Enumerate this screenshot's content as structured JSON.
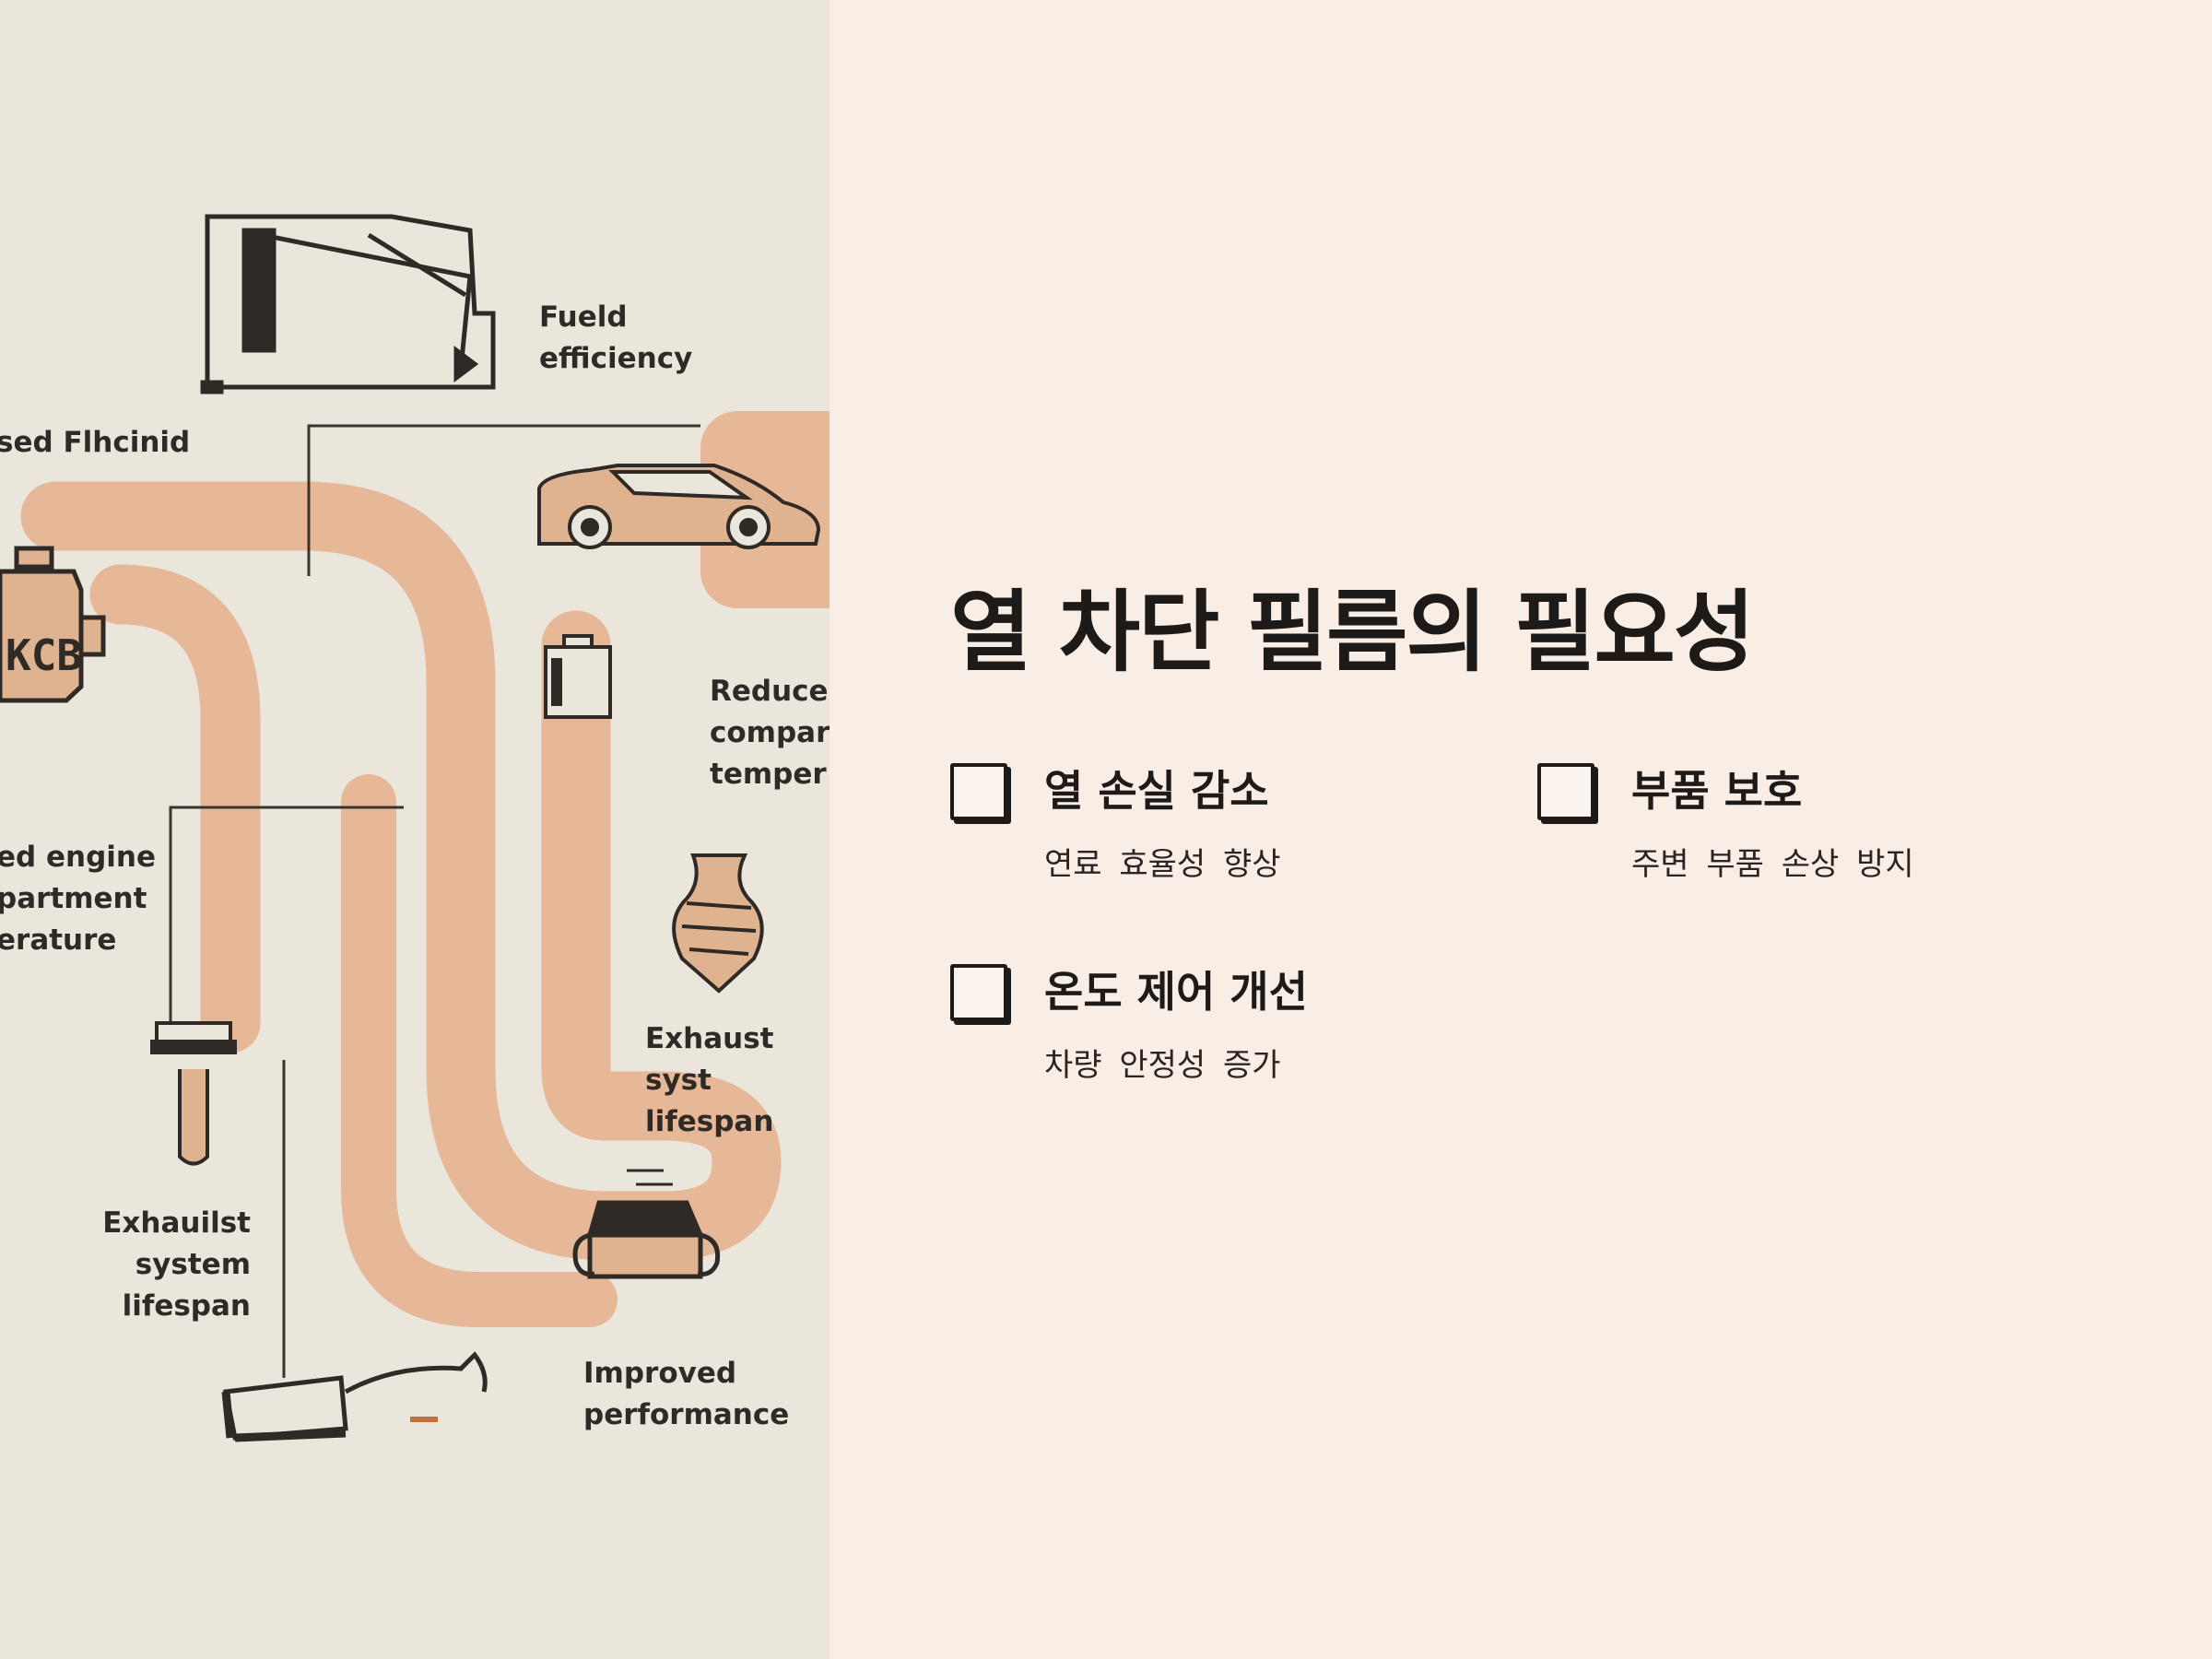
{
  "illustration": {
    "labels": {
      "fuel_efficiency": "Fueld\nefficiency",
      "fluid": "sed Flhcinid",
      "reduced_temp": "Reduced\ncompart\ntemper",
      "engine_temp": "ed engine\npartment\nerature",
      "exhaust_right": "Exhaust syst\nlifespan",
      "exhaust_left": "Exhauilst system\nlifespan",
      "performance": "Improved\nperformance"
    },
    "engine_text": "KCB",
    "colors": {
      "background": "#ebe6dc",
      "pipe": "#e6b898",
      "ink": "#2f2a26"
    }
  },
  "slide": {
    "title": "열 차단 필름의 필요성",
    "features": [
      {
        "title": "열 손실 감소",
        "description": "연료 효율성 향상"
      },
      {
        "title": "부품 보호",
        "description": "주변 부품 손상 방지"
      },
      {
        "title": "온도 제어 개선",
        "description": "차량 안정성 증가"
      }
    ],
    "colors": {
      "background": "#f9eee6",
      "text": "#1d1a17"
    }
  }
}
